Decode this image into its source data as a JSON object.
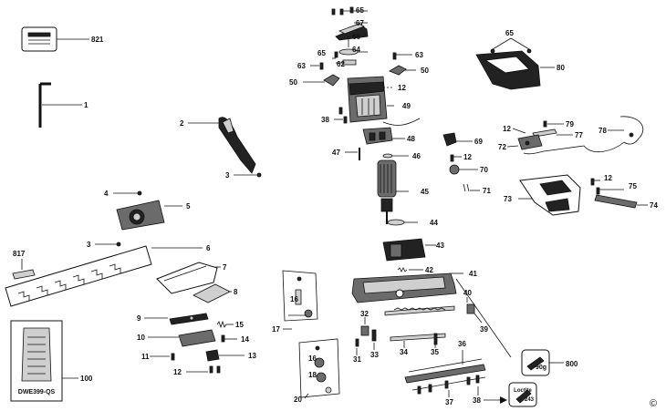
{
  "diagram": {
    "colors": {
      "ink": "#111111",
      "paper": "#ffffff",
      "dark_part": "#222222",
      "mid_part": "#6b6b6b",
      "light_part": "#cfcfcf"
    },
    "labels": {
      "p65a": "65",
      "p67": "67",
      "p66": "66",
      "p65b": "65",
      "p64": "64",
      "p63a": "63",
      "p63b": "63",
      "p62": "62",
      "p50a": "50",
      "p50b": "50",
      "p12a": "12",
      "p49": "49",
      "p38a": "38",
      "p48": "48",
      "p47": "47",
      "p46": "46",
      "p45": "45",
      "p44": "44",
      "p43": "43",
      "p42": "42",
      "p41": "41",
      "p821": "821",
      "p1": "1",
      "p2": "2",
      "p3a": "3",
      "p4": "4",
      "p5": "5",
      "p3b": "3",
      "p6": "6",
      "p817": "817",
      "p7": "7",
      "p8": "8",
      "p9": "9",
      "p15": "15",
      "p10": "10",
      "p14": "14",
      "p11": "11",
      "p13": "13",
      "p12b": "12",
      "p100": "100",
      "box_caption": "DWE399-QS",
      "p16a": "16",
      "p17": "17",
      "p16b": "16",
      "p18": "18",
      "p20": "20",
      "p32": "32",
      "p31": "31",
      "p33": "33",
      "p34": "34",
      "p35": "35",
      "p36": "36",
      "p37": "37",
      "p38b": "38",
      "p40": "40",
      "p39": "39",
      "p65c": "65",
      "p80": "80",
      "p12c": "12",
      "p79": "79",
      "p77": "77",
      "p72": "72",
      "p69": "69",
      "p12d": "12",
      "p70": "70",
      "p71": "71",
      "p78": "78",
      "p12e": "12",
      "p75": "75",
      "p73": "73",
      "p74": "74",
      "p800": "800",
      "grease_weight": "90g",
      "loctite_name": "Loctite",
      "loctite_code": "243",
      "copyright": "©"
    }
  }
}
